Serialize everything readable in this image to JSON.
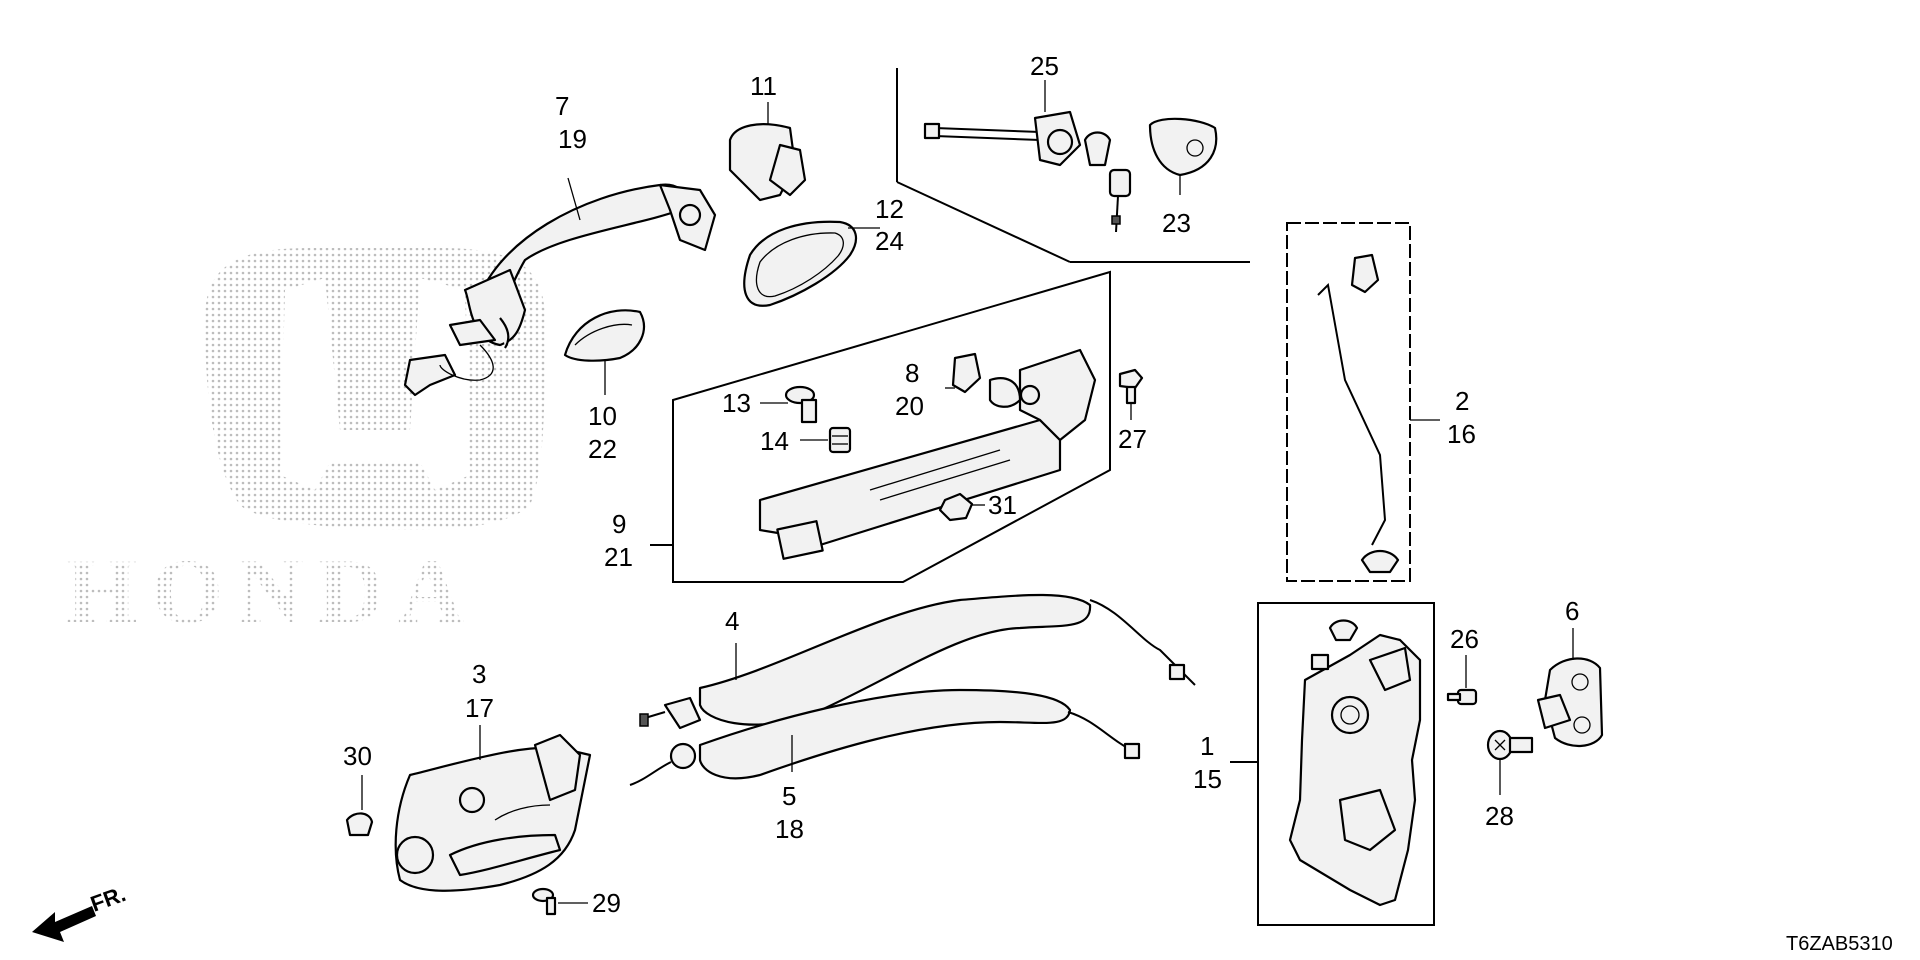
{
  "callouts": {
    "c7": "7",
    "c19": "19",
    "c11": "11",
    "c12": "12",
    "c24": "24",
    "c10": "10",
    "c22": "22",
    "c25": "25",
    "c23": "23",
    "c8": "8",
    "c20": "20",
    "c13": "13",
    "c14": "14",
    "c27": "27",
    "c9": "9",
    "c21": "21",
    "c31": "31",
    "c2": "2",
    "c16": "16",
    "c4": "4",
    "c5": "5",
    "c18": "18",
    "c3": "3",
    "c17": "17",
    "c30": "30",
    "c29": "29",
    "c1": "1",
    "c15": "15",
    "c26": "26",
    "c6": "6",
    "c28": "28"
  },
  "direction_label": "FR.",
  "diagram_code": "T6ZAB5310",
  "watermark": {
    "brand": "HONDA",
    "color": "#bdbdbd"
  }
}
